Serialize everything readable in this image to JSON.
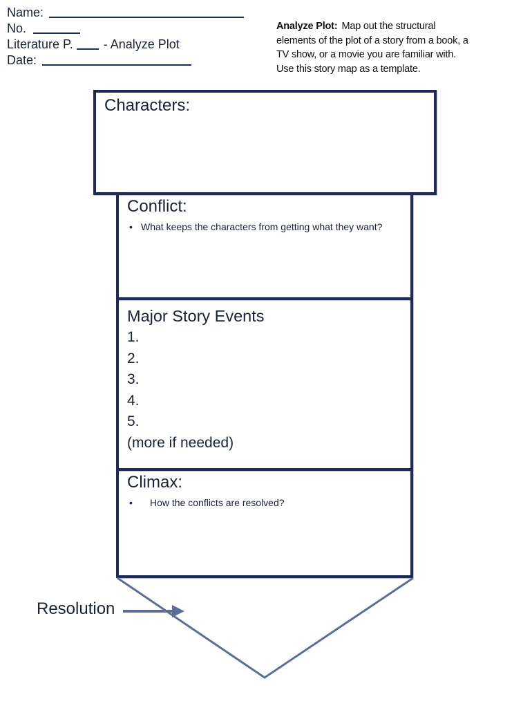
{
  "colors": {
    "box_border_navy": "#1f2a55",
    "shape_slate_blue": "#5b6f96",
    "text_dark_navy": "#18203a",
    "instructions_black": "#101010"
  },
  "header": {
    "name_label": "Name:",
    "no_label": "No.",
    "literature_label": "Literature P.",
    "literature_suffix": "- Analyze Plot",
    "date_label": "Date:"
  },
  "instructions": {
    "lead": "Analyze Plot:",
    "lines": [
      "Map out the structural",
      "elements of the plot of a story from a book, a",
      "TV show, or a movie you are familiar with.",
      "Use this story map as a template."
    ]
  },
  "story_map": {
    "characters": {
      "title": "Characters:"
    },
    "conflict": {
      "title": "Conflict:",
      "bullet_char": "•",
      "bullet": "What keeps the characters from getting what they want?"
    },
    "events": {
      "title": "Major Story Events",
      "items": [
        "1.",
        "2.",
        "3.",
        "4.",
        "5."
      ],
      "note": "(more if needed)"
    },
    "climax": {
      "title": "Climax:",
      "bullet_char": "•",
      "bullet": "How the conflicts are resolved?"
    },
    "resolution_label": "Resolution"
  }
}
